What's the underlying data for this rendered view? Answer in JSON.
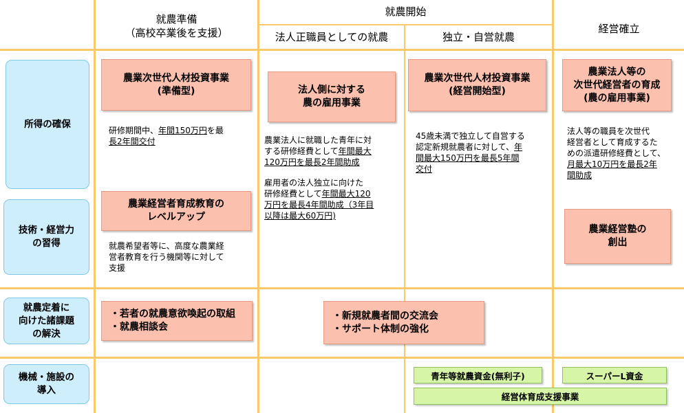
{
  "headers": {
    "prep_title": "就農準備",
    "prep_sub": "（高校卒業後を支援）",
    "start_title": "就農開始",
    "start_corp": "法人正職員としての就農",
    "start_indep": "独立・自営就農",
    "establish": "経営確立"
  },
  "rows": {
    "income": "所得の確保",
    "skills_1": "技術・経営力",
    "skills_2": "の習得",
    "settle_1": "就農定着に",
    "settle_2": "向けた諸課題",
    "settle_3": "の解決",
    "equip_1": "機械・施設の",
    "equip_2": "導入"
  },
  "boxes": {
    "prep_income_1": "農業次世代人材投資事業",
    "prep_income_2": "(準備型)",
    "corp_income_1": "法人側に対する",
    "corp_income_2": "農の雇用事業",
    "indep_income_1": "農業次世代人材投資事業",
    "indep_income_2": "(経営開始型)",
    "est_income_1": "農業法人等の",
    "est_income_2": "次世代経営者の育成",
    "est_income_3": "(農の雇用事業)",
    "prep_skill_1": "農業経営者育成教育の",
    "prep_skill_2": "レベルアップ",
    "est_skill_1": "農業経営塾の",
    "est_skill_2": "創出",
    "settle_prep_1": "・若者の就農意欲喚起の取組",
    "settle_prep_2": "・就農相談会",
    "settle_start_1": "・新規就農者間の交流会",
    "settle_start_2": "・サポート体制の強化"
  },
  "descs": {
    "prep_a": "研修期間中、",
    "prep_u1": "年間150万円",
    "prep_b": "を最",
    "prep_u2": "長2年間交付",
    "corp1_a": "農業法人に就職した青年に対",
    "corp1_b": "する研修経費として",
    "corp1_u1": "年間最大",
    "corp1_u2": "120万円を最長2年間助成",
    "corp2_a": "雇用者の法人独立に向けた",
    "corp2_b": "研修経費として",
    "corp2_u1": "年間最大120",
    "corp2_u2": "万円を最長4年間助成（3年目",
    "corp2_u3": "以降は最大60万円)",
    "indep_a": "45歳未満で独立して自営する",
    "indep_b": "認定新規就農者に対して、",
    "indep_u1": "年",
    "indep_u2": "間最大150万円を最長5年間",
    "indep_u3": "交付",
    "est_a": "法人等の職員を次世代",
    "est_b": "経営者として育成するた",
    "est_c": "めの派遣研修経費として、",
    "est_u1": "月最大10万円を最長2年",
    "est_u2": "間助成",
    "skill_a": "就農希望者等に、高度な農業経",
    "skill_b": "営者教育を行う機関等に対して",
    "skill_c": "支援"
  },
  "funds": {
    "youth": "青年等就農資金(無利子)",
    "super_l": "スーパーL資金",
    "support": "経営体育成支援事業"
  },
  "colors": {
    "grid_line": "#f9c96a",
    "row_label_bg": "#cfeefb",
    "measure_box_bg": "#fbc0ae",
    "fund_box_bg": "#d6f5a6"
  }
}
